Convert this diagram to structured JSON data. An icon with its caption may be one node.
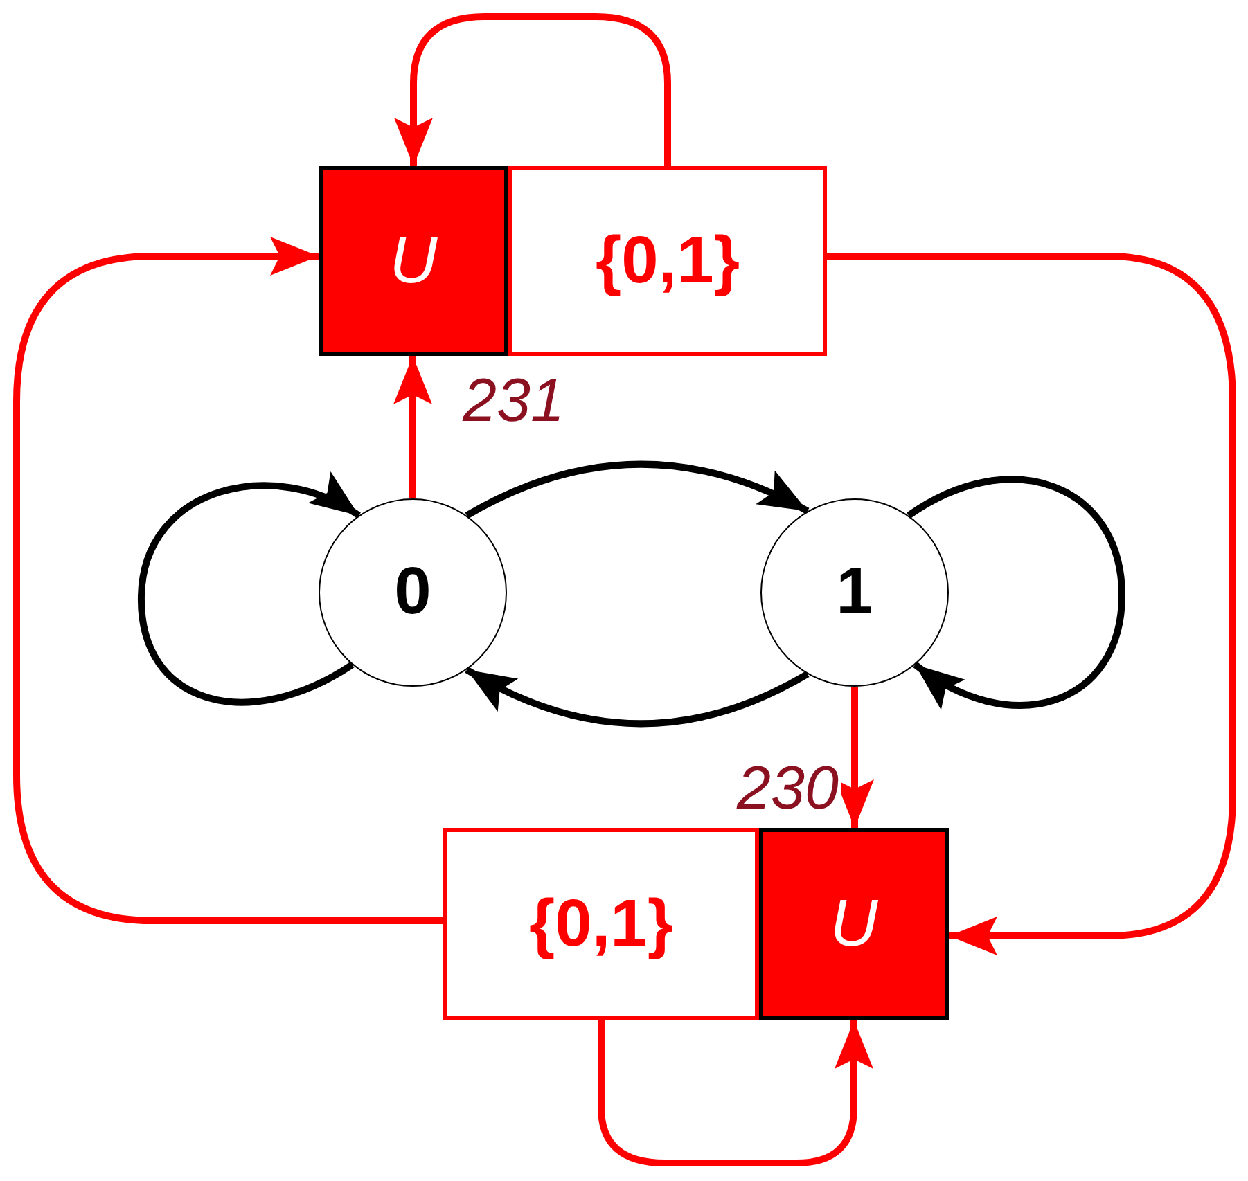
{
  "diagram": {
    "nodes": [
      {
        "text": [
          "U"
        ]
      },
      {
        "text": [
          "{0,1}"
        ]
      },
      {
        "text": [
          "0"
        ]
      },
      {
        "text": [
          "1"
        ]
      },
      {
        "text": [
          "{0,1}"
        ]
      },
      {
        "text": [
          "U"
        ]
      }
    ],
    "edges": [
      {
        "from": 2,
        "to": 2,
        "arrow": "to",
        "color": "#000000"
      },
      {
        "from": 2,
        "to": 3,
        "arrow": "to",
        "color": "#000000"
      },
      {
        "from": 3,
        "to": 2,
        "arrow": "to",
        "color": "#000000"
      },
      {
        "from": 3,
        "to": 3,
        "arrow": "to",
        "color": "#000000"
      },
      {
        "from": 2,
        "to": 0,
        "arrow": "to",
        "label": "231"
      },
      {
        "from": 1,
        "to": 0,
        "arrow": "to"
      },
      {
        "from": 1,
        "to": 5,
        "arrow": "to"
      },
      {
        "from": 4,
        "to": 0,
        "arrow": "to"
      },
      {
        "from": 4,
        "to": 5,
        "arrow": "to"
      },
      {
        "from": 3,
        "to": 5,
        "arrow": "to",
        "label": "230"
      }
    ]
  }
}
